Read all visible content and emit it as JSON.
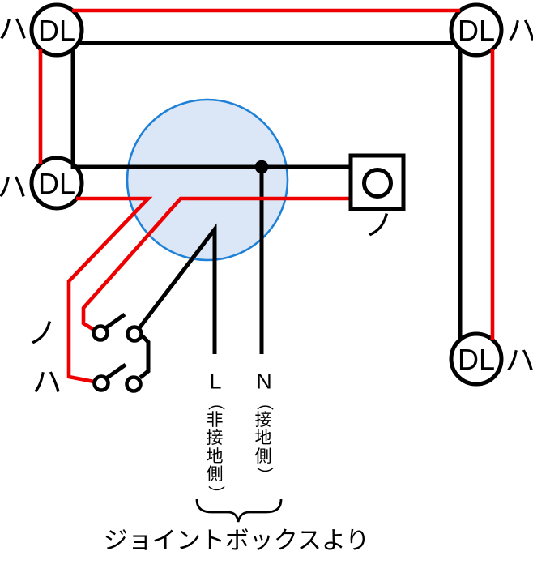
{
  "colors": {
    "wire_black": "#000000",
    "wire_red": "#ee0000",
    "joint_box_fill": "#dbe7f6",
    "joint_box_stroke": "#1e80d6",
    "symbol_fill": "#ffffff"
  },
  "downlights": [
    {
      "position": "top-left",
      "label": "DL",
      "circuit": "ハ"
    },
    {
      "position": "top-right",
      "label": "DL",
      "circuit": "ハ"
    },
    {
      "position": "middle-left",
      "label": "DL",
      "circuit": "ハ"
    },
    {
      "position": "bottom-right",
      "label": "DL",
      "circuit": "ハ"
    }
  ],
  "switches": [
    {
      "circuit": "ノ"
    },
    {
      "circuit": "ハ"
    }
  ],
  "ceiling_fixture": {
    "circuit": "ノ"
  },
  "feed_lines": {
    "l_label": "L",
    "l_note": "（非接地側）",
    "n_label": "N",
    "n_note": "（接地側）",
    "source_note": "ジョイントボックスより"
  }
}
